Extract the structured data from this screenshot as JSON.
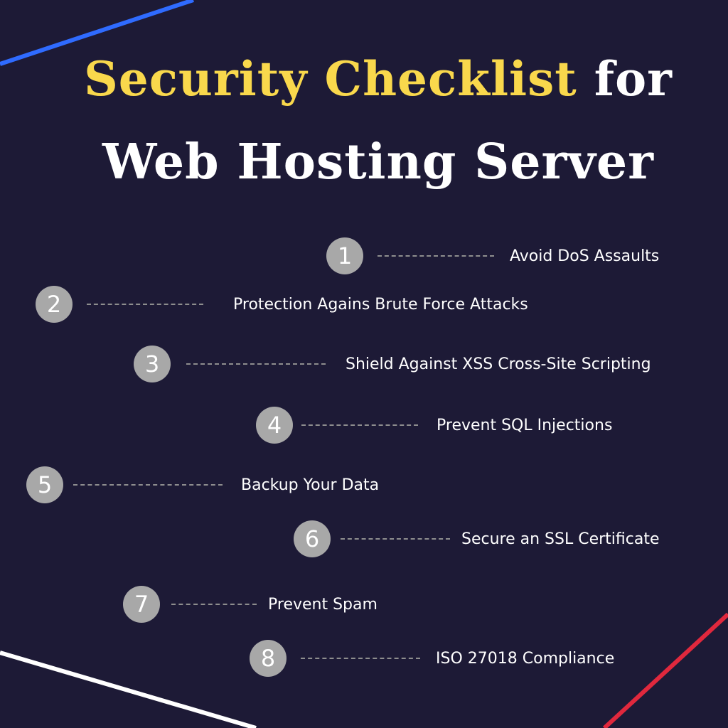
{
  "title": {
    "highlight": "Security Checklist",
    "rest_line1": " for",
    "line2": "Web Hosting Server"
  },
  "items": [
    {
      "number": "1",
      "label": "Avoid DoS Assaults"
    },
    {
      "number": "2",
      "label": "Protection Agains Brute Force Attacks"
    },
    {
      "number": "3",
      "label": "Shield Against XSS Cross-Site Scripting"
    },
    {
      "number": "4",
      "label": "Prevent SQL Injections"
    },
    {
      "number": "5",
      "label": "Backup Your Data"
    },
    {
      "number": "6",
      "label": "Secure an SSL Certificate"
    },
    {
      "number": "7",
      "label": "Prevent Spam"
    },
    {
      "number": "8",
      "label": "ISO 27018 Compliance"
    }
  ],
  "colors": {
    "background": "#1d1a36",
    "accent": "#f9d84c",
    "circle": "#a8a8a8",
    "stripe_blue": "#2f6bff",
    "stripe_white": "#ffffff",
    "stripe_red": "#e0283d"
  }
}
